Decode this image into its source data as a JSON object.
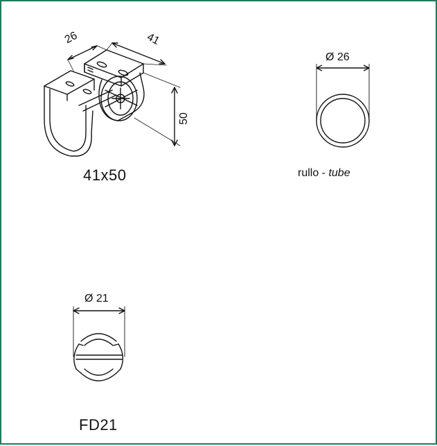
{
  "frame": {
    "border_color": "#1f7a5a"
  },
  "bracket": {
    "dim_depth": "26",
    "dim_width": "41",
    "dim_height": "50",
    "caption": "41x50"
  },
  "tube": {
    "dim_diameter": "Ø 26",
    "caption_main": "rullo - ",
    "caption_italic": "tube"
  },
  "profile": {
    "dim_diameter": "Ø 21",
    "caption": "FD21"
  }
}
